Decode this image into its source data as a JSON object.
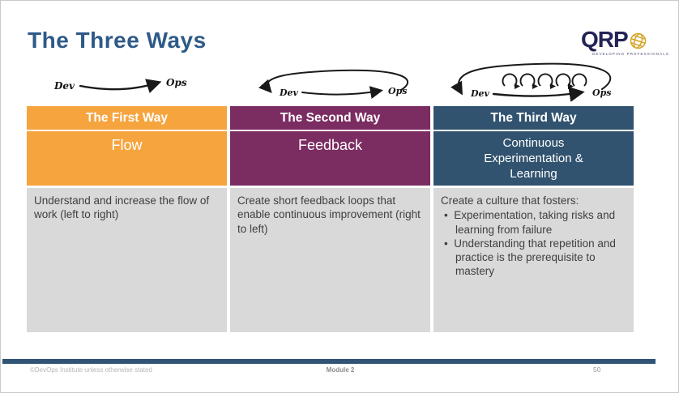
{
  "slide": {
    "title": "The Three Ways",
    "title_color": "#2E5A88"
  },
  "logo": {
    "text": "QRP",
    "tagline": "DEVELOPING PROFESSIONALS",
    "globe_color": "#D5A62C"
  },
  "diagrams": [
    {
      "name": "first-way-flow",
      "left_label": "Dev",
      "right_label": "Ops"
    },
    {
      "name": "second-way-feedback-loop",
      "left_label": "Dev",
      "right_label": "Ops"
    },
    {
      "name": "third-way-continuous-loops",
      "left_label": "Dev",
      "right_label": "Ops"
    }
  ],
  "table": {
    "columns": [
      {
        "header": "The First Way",
        "subtitle": "Flow",
        "description": "Understand and increase the flow of work (left to right)",
        "color": "#F6A43E"
      },
      {
        "header": "The Second Way",
        "subtitle": "Feedback",
        "description": "Create short feedback loops that enable continuous improvement (right to left)",
        "color": "#7B2C61"
      },
      {
        "header": "The Third Way",
        "subtitle": "Continuous Experimentation & Learning",
        "description_intro": "Create a culture that fosters:",
        "bullets": [
          "Experimentation, taking risks and learning from failure",
          "Understanding that repetition and practice is the prerequisite to mastery"
        ],
        "color": "#31536F"
      }
    ],
    "body_background": "#D9D9D9"
  },
  "footer": {
    "copyright": "©DevOps Institute unless otherwise stated",
    "module": "Module 2",
    "page_number": "50",
    "bar_color": "#2F5474"
  }
}
